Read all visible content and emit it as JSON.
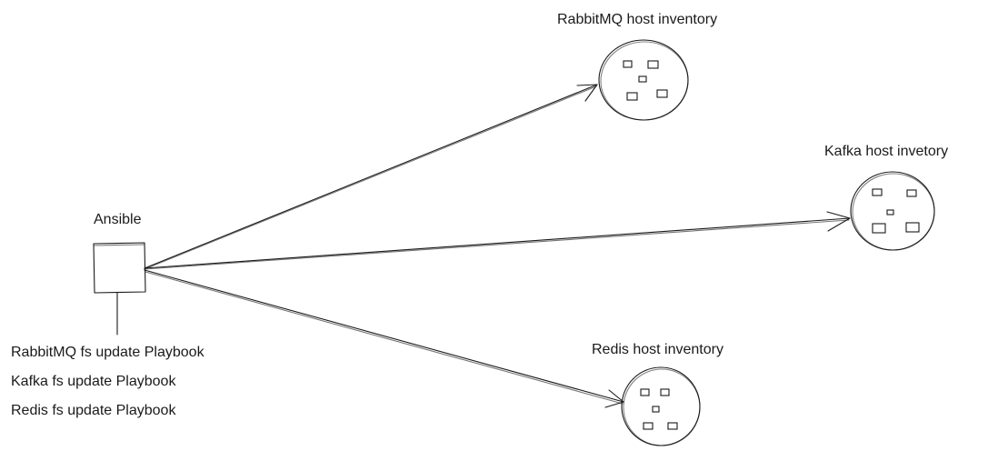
{
  "controller": {
    "label": "Ansible",
    "playbooks": [
      "RabbitMQ fs update Playbook",
      "Kafka fs update Playbook",
      "Redis fs update Playbook"
    ]
  },
  "inventories": [
    {
      "id": "rabbitmq",
      "label": "RabbitMQ host inventory",
      "host_count": 5
    },
    {
      "id": "kafka",
      "label": "Kafka host invetory",
      "host_count": 5
    },
    {
      "id": "redis",
      "label": "Redis host inventory",
      "host_count": 5
    }
  ],
  "colors": {
    "stroke": "#1a1a1a",
    "background": "#ffffff"
  }
}
